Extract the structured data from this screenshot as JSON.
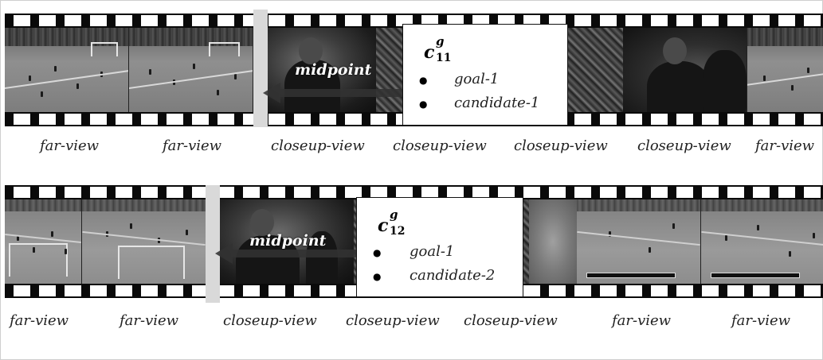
{
  "rows": [
    {
      "candidate_symbol": {
        "base": "c",
        "superscript": "g",
        "subscript": "11"
      },
      "midpoint_label": "midpoint",
      "box_items": [
        "goal-1",
        "candidate-1"
      ],
      "view_labels": [
        "far-view",
        "far-view",
        "closeup-view",
        "closeup-view",
        "closeup-view",
        "closeup-view",
        "far-view"
      ]
    },
    {
      "candidate_symbol": {
        "base": "c",
        "superscript": "g",
        "subscript": "12"
      },
      "midpoint_label": "midpoint",
      "box_items": [
        "goal-1",
        "candidate-2"
      ],
      "view_labels": [
        "far-view",
        "far-view",
        "closeup-view",
        "closeup-view",
        "closeup-view",
        "far-view",
        "far-view"
      ]
    }
  ],
  "colors": {
    "film": "#0a0a0a",
    "arrow": "#323232",
    "midpoint_bar": "#d9d9d9",
    "text": "#222222"
  }
}
